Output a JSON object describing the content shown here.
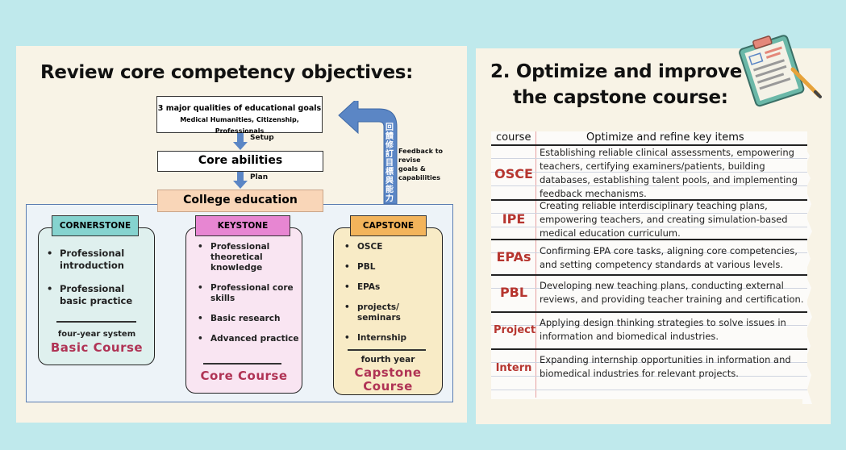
{
  "left": {
    "title": "Review core competency objectives:",
    "goals_line1": "3 major qualities of educational goals",
    "goals_line2": "Medical Humanities, Citizenship, Professionals",
    "setup": "Setup",
    "core_abilities": "Core abilities",
    "plan": "Plan",
    "college_education": "College education",
    "feedback_line1": "Feedback to revise",
    "feedback_line2": "goals & capabilities",
    "feedback_cjk": "回饋修訂目標與能力",
    "cornerstone": {
      "label": "CORNERSTONE",
      "items": [
        "Professional introduction",
        "Professional basic practice"
      ],
      "system": "four-year system",
      "course": "Basic Course"
    },
    "keystone": {
      "label": "KEYSTONE",
      "items": [
        "Professional theoretical knowledge",
        "Professional core skills",
        "Basic research",
        "Advanced practice"
      ],
      "course": "Core Course"
    },
    "capstone": {
      "label": "CAPSTONE",
      "items": [
        "OSCE",
        "PBL",
        "EPAs",
        "projects/ seminars",
        "Internship"
      ],
      "system": "fourth year",
      "course": "Capstone Course"
    }
  },
  "right": {
    "title_line1": "2. Optimize and improve",
    "title_line2": "the capstone course:",
    "header_course": "course",
    "header_items": "Optimize and refine key items",
    "rows": [
      {
        "course": "OSCE",
        "text": "Establishing reliable clinical assessments, empowering teachers, certifying examiners/patients, building databases, establishing talent pools, and implementing feedback mechanisms."
      },
      {
        "course": "IPE",
        "text": "Creating reliable interdisciplinary teaching plans, empowering teachers, and creating simulation-based medical education curriculum."
      },
      {
        "course": "EPAs",
        "text": "Confirming EPA core tasks, aligning core competencies, and setting competency standards at various levels."
      },
      {
        "course": "PBL",
        "text": "Developing new teaching plans, conducting external reviews, and providing teacher training and certification."
      },
      {
        "course": "Project",
        "text": "Applying design thinking strategies to solve issues in information and biomedical industries."
      },
      {
        "course": "Intern",
        "text": "Expanding internship opportunities in information and biomedical industries for relevant projects."
      }
    ]
  },
  "colors": {
    "background": "#bfe9ec",
    "panel": "#f8f3e6",
    "cornerstone": "#85d3cf",
    "keystone": "#e786d2",
    "capstone": "#f3b45b",
    "course_name": "#b03355",
    "arrow": "#5b86c5"
  },
  "icons": [
    "clipboard-icon",
    "pencil-icon",
    "feedback-arrow-icon",
    "down-arrow-icon"
  ]
}
